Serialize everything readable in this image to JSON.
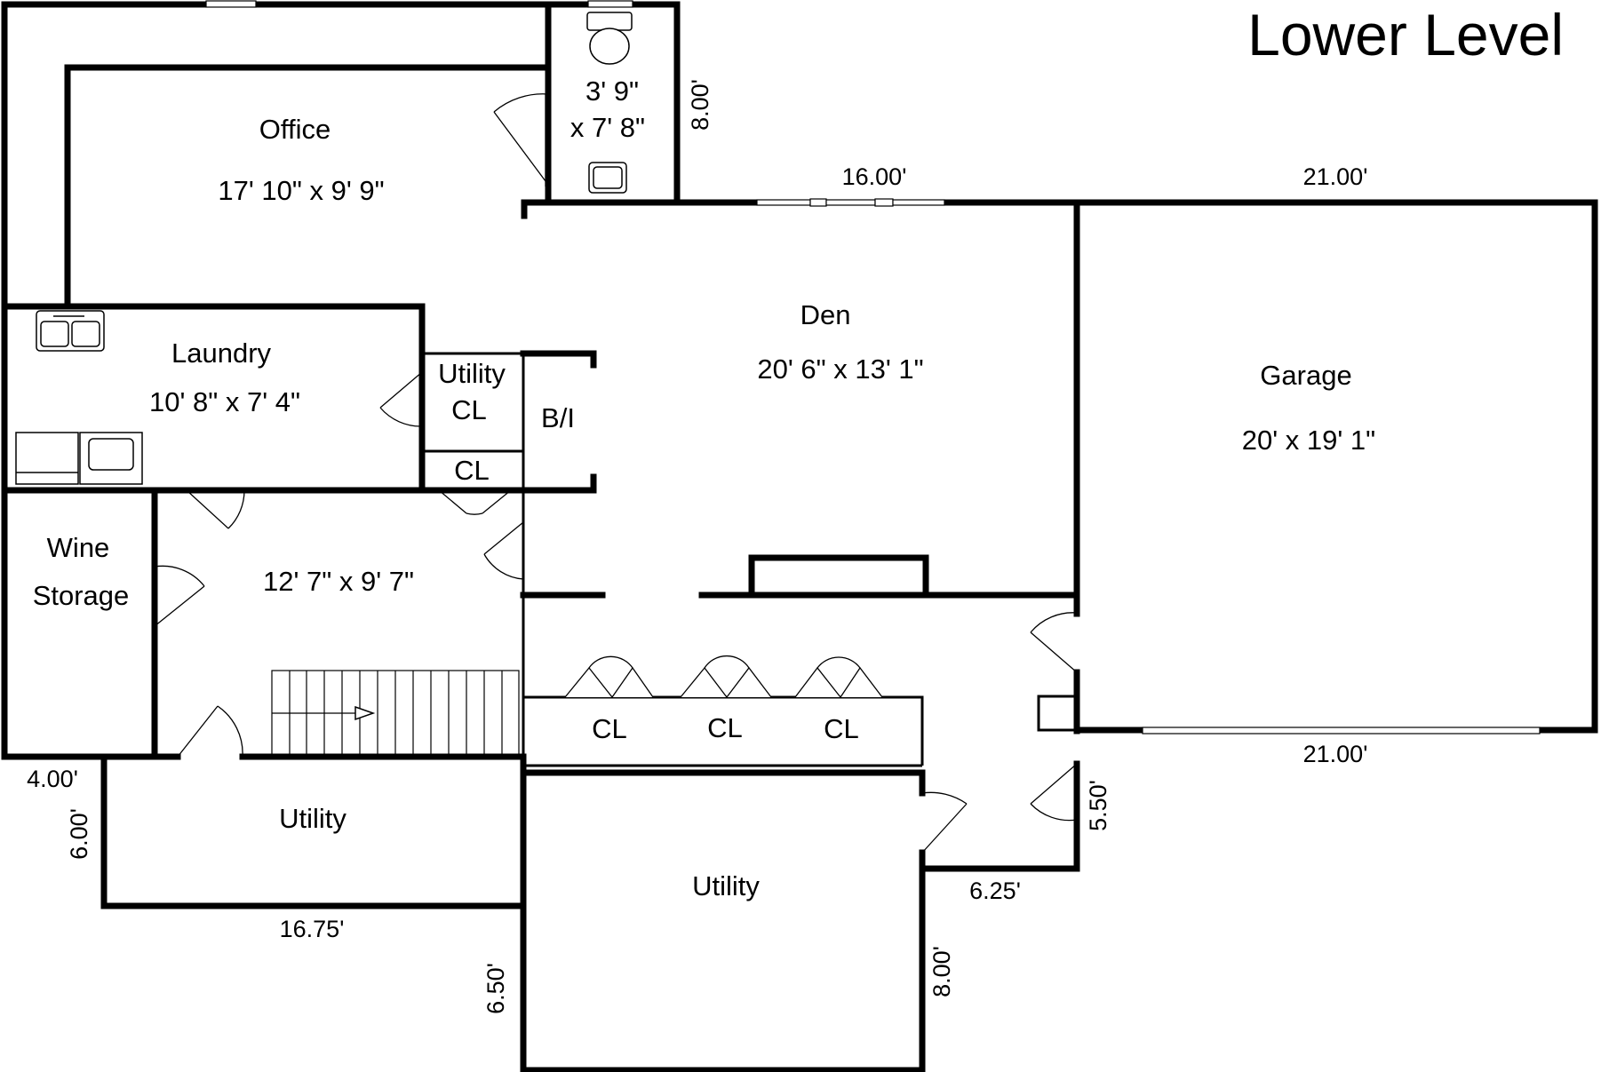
{
  "title": "Lower Level",
  "rooms": {
    "office": {
      "name": "Office",
      "size": "17' 10\" x 9' 9\""
    },
    "bath": {
      "size_line1": "3' 9\"",
      "size_line2": "x 7' 8\""
    },
    "den": {
      "name": "Den",
      "size": "20' 6\" x 13' 1\""
    },
    "garage": {
      "name": "Garage",
      "size": "20' x 19' 1\""
    },
    "laundry": {
      "name": "Laundry",
      "size": "10' 8\" x 7' 4\""
    },
    "utility_cl": {
      "line1": "Utility",
      "line2": "CL"
    },
    "cl_small": {
      "name": "CL"
    },
    "bi": {
      "name": "B/I"
    },
    "wine": {
      "line1": "Wine",
      "line2": "Storage"
    },
    "hall": {
      "size": "12' 7\" x 9' 7\""
    },
    "closets": [
      "CL",
      "CL",
      "CL"
    ],
    "utility_left": {
      "name": "Utility"
    },
    "utility_center": {
      "name": "Utility"
    }
  },
  "dimensions": {
    "bath_height": "8.00'",
    "den_top": "16.00'",
    "garage_top": "21.00'",
    "garage_bottom": "21.00'",
    "left_step_width": "4.00'",
    "left_step_height": "6.00'",
    "utility_left_width": "16.75'",
    "utility_center_left": "6.50'",
    "utility_center_right": "8.00'",
    "entry_width": "6.25'",
    "entry_height": "5.50'"
  }
}
